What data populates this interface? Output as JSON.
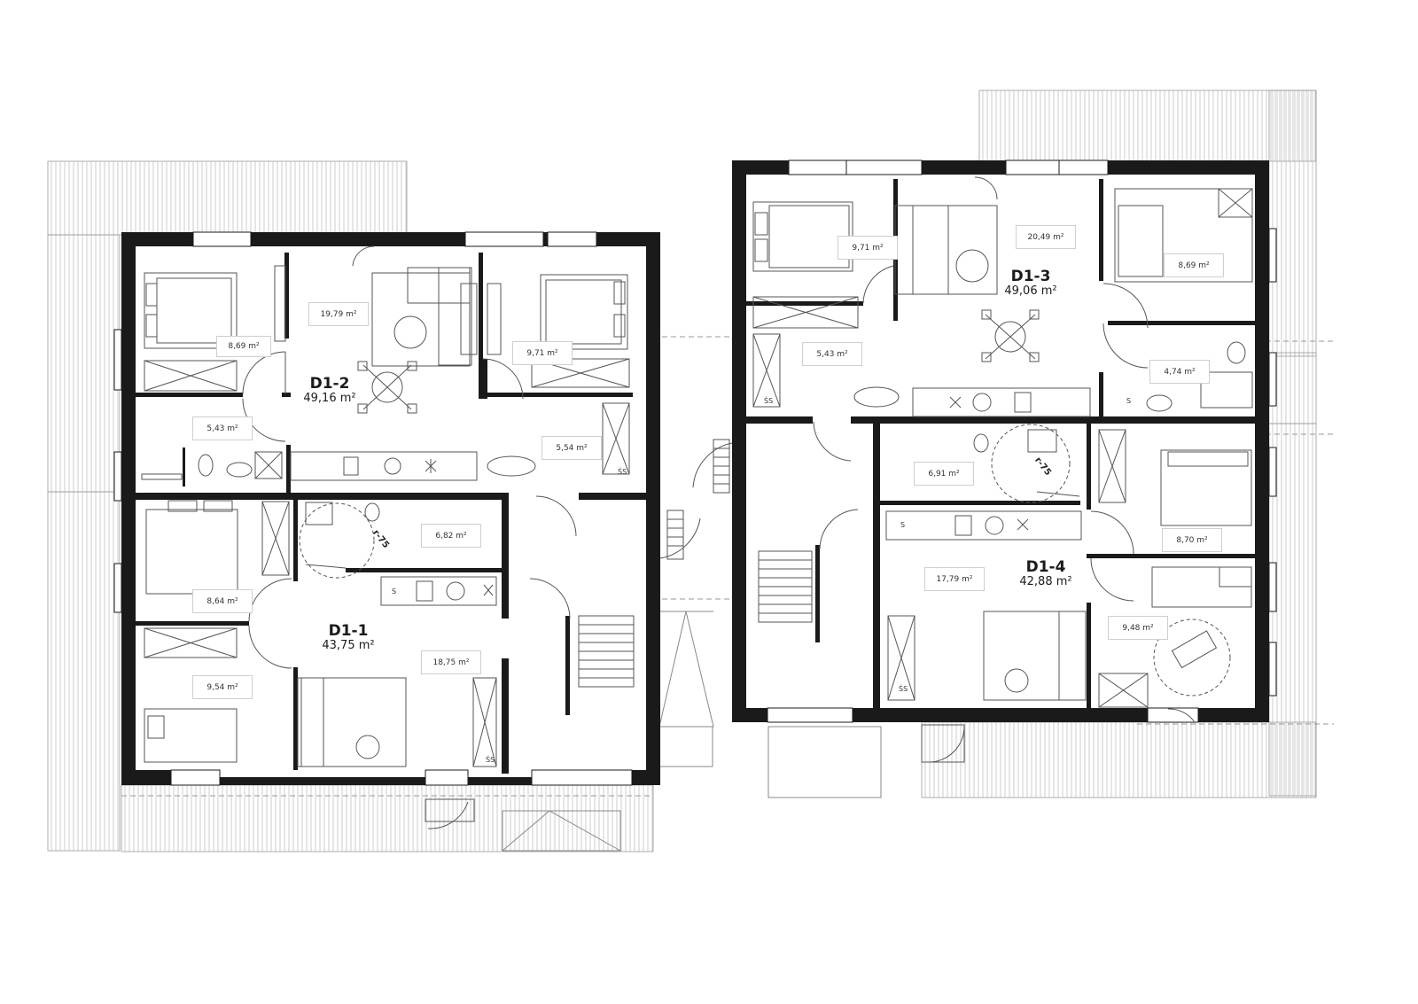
{
  "apartments": [
    {
      "id": "d1-1",
      "name": "D1-1",
      "area": "43,75 m²"
    },
    {
      "id": "d1-2",
      "name": "D1-2",
      "area": "49,16 m²"
    },
    {
      "id": "d1-3",
      "name": "D1-3",
      "area": "49,06 m²"
    },
    {
      "id": "d1-4",
      "name": "D1-4",
      "area": "42,88 m²"
    }
  ],
  "rooms": [
    {
      "id": "d12-bed-1",
      "label": "8,69 m²"
    },
    {
      "id": "d12-living",
      "label": "19,79 m²"
    },
    {
      "id": "d12-bed-2",
      "label": "9,71 m²"
    },
    {
      "id": "d12-bath",
      "label": "5,43 m²"
    },
    {
      "id": "d12-hall",
      "label": "5,54 m²"
    },
    {
      "id": "d11-bed-1",
      "label": "8,64 m²"
    },
    {
      "id": "d11-bath",
      "label": "6,82 m²"
    },
    {
      "id": "d11-bed-2",
      "label": "9,54 m²"
    },
    {
      "id": "d11-living",
      "label": "18,75 m²"
    },
    {
      "id": "d13-bed-1",
      "label": "9,71 m²"
    },
    {
      "id": "d13-living",
      "label": "20,49 m²"
    },
    {
      "id": "d13-bed-2",
      "label": "8,69 m²"
    },
    {
      "id": "d13-hall",
      "label": "5,43 m²"
    },
    {
      "id": "d13-bath",
      "label": "4,74 m²"
    },
    {
      "id": "d14-bath",
      "label": "6,91 m²"
    },
    {
      "id": "d14-bed-1",
      "label": "8,70 m²"
    },
    {
      "id": "d14-living",
      "label": "17,79 m²"
    },
    {
      "id": "d14-bed-2",
      "label": "9,48 m²"
    }
  ],
  "annotations": {
    "turning_radius": "r-75",
    "storage": "ŚS",
    "sink_mark": "S"
  }
}
